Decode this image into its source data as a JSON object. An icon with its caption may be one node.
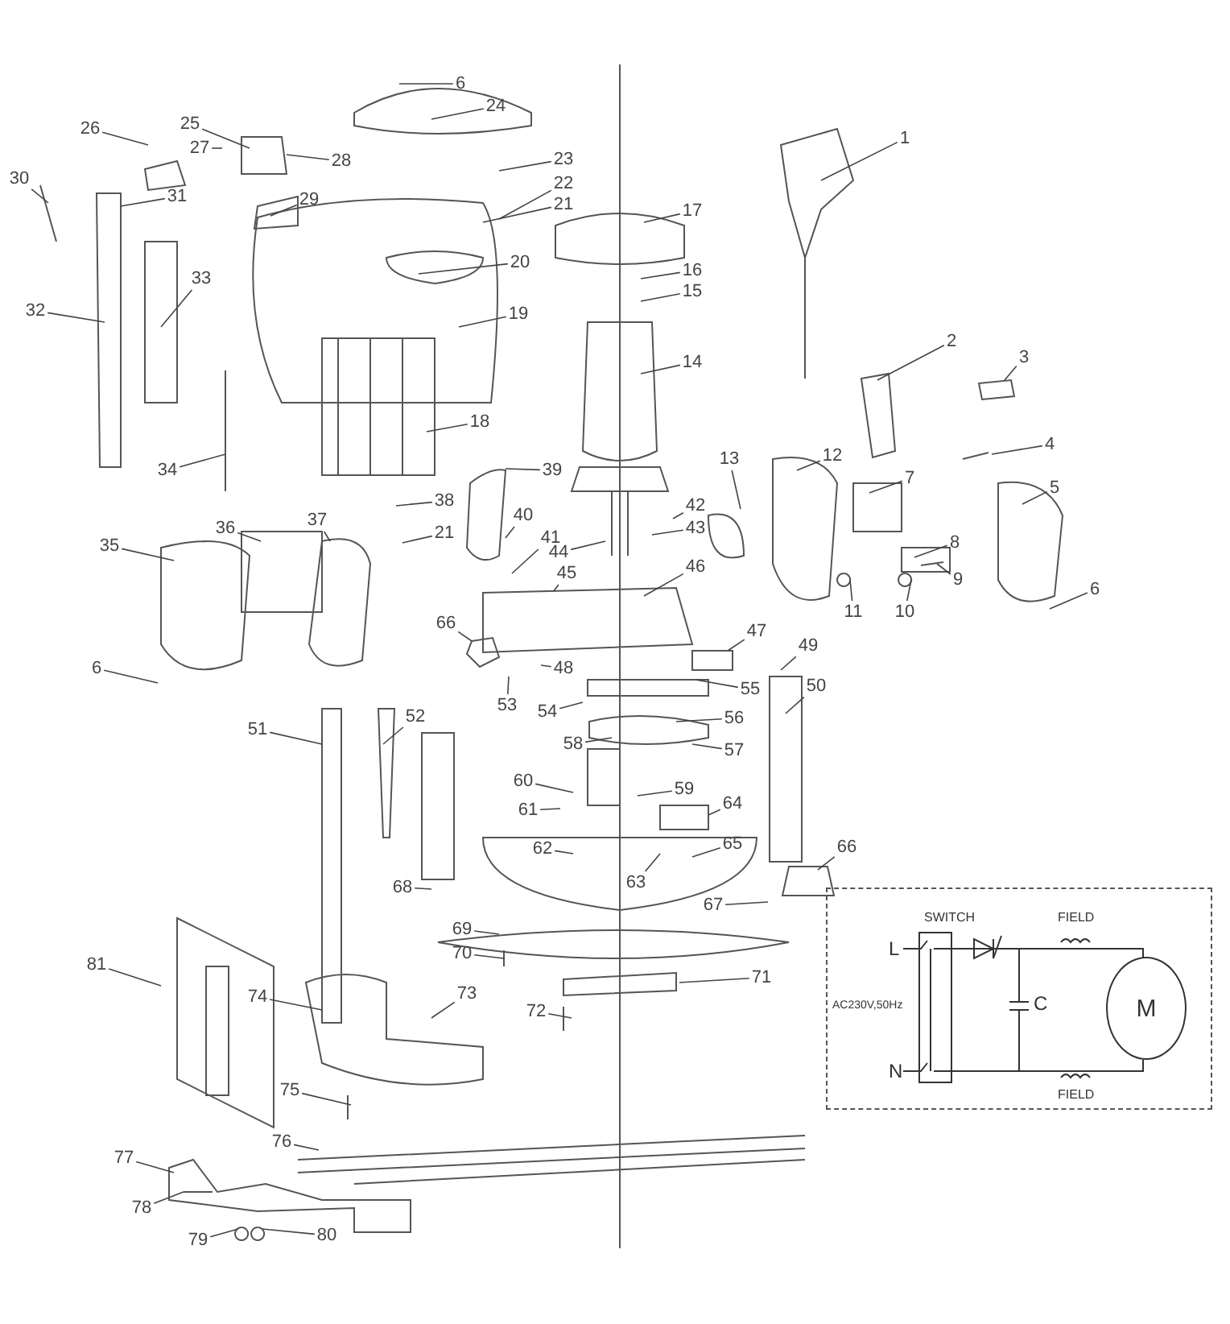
{
  "diagram": {
    "nodes": [
      {
        "text": [
          "6"
        ]
      },
      {
        "text": [
          "24"
        ]
      },
      {
        "text": [
          "1"
        ]
      },
      {
        "text": [
          "26"
        ]
      },
      {
        "text": [
          "25"
        ]
      },
      {
        "text": [
          "27"
        ]
      },
      {
        "text": [
          "28"
        ]
      },
      {
        "text": [
          "17"
        ]
      },
      {
        "text": [
          "30"
        ]
      },
      {
        "text": [
          "31"
        ]
      },
      {
        "text": [
          "29"
        ]
      },
      {
        "text": [
          "23"
        ]
      },
      {
        "text": [
          "22"
        ]
      },
      {
        "text": [
          "21"
        ]
      },
      {
        "text": [
          "20"
        ]
      },
      {
        "text": [
          "16"
        ]
      },
      {
        "text": [
          "15"
        ]
      },
      {
        "text": [
          "32"
        ]
      },
      {
        "text": [
          "33"
        ]
      },
      {
        "text": [
          "19"
        ]
      },
      {
        "text": [
          "2"
        ]
      },
      {
        "text": [
          "3"
        ]
      },
      {
        "text": [
          "14"
        ]
      },
      {
        "text": [
          "4"
        ]
      },
      {
        "text": [
          "18"
        ]
      },
      {
        "text": [
          "34"
        ]
      },
      {
        "text": [
          "13"
        ]
      },
      {
        "text": [
          "12"
        ]
      },
      {
        "text": [
          "7"
        ]
      },
      {
        "text": [
          "5"
        ]
      },
      {
        "text": [
          "39"
        ]
      },
      {
        "text": [
          "38"
        ]
      },
      {
        "text": [
          "40"
        ]
      },
      {
        "text": [
          "21"
        ]
      },
      {
        "text": [
          "36"
        ]
      },
      {
        "text": [
          "37"
        ]
      },
      {
        "text": [
          "35"
        ]
      },
      {
        "text": [
          "41"
        ]
      },
      {
        "text": [
          "42"
        ]
      },
      {
        "text": [
          "43"
        ]
      },
      {
        "text": [
          "44"
        ]
      },
      {
        "text": [
          "45"
        ]
      },
      {
        "text": [
          "8"
        ]
      },
      {
        "text": [
          "46"
        ]
      },
      {
        "text": [
          "9"
        ]
      },
      {
        "text": [
          "11"
        ]
      },
      {
        "text": [
          "10"
        ]
      },
      {
        "text": [
          "6"
        ]
      },
      {
        "text": [
          "66"
        ]
      },
      {
        "text": [
          "6"
        ]
      },
      {
        "text": [
          "48"
        ]
      },
      {
        "text": [
          "53"
        ]
      },
      {
        "text": [
          "54"
        ]
      },
      {
        "text": [
          "47"
        ]
      },
      {
        "text": [
          "49"
        ]
      },
      {
        "text": [
          "50"
        ]
      },
      {
        "text": [
          "55"
        ]
      },
      {
        "text": [
          "56"
        ]
      },
      {
        "text": [
          "57"
        ]
      },
      {
        "text": [
          "51"
        ]
      },
      {
        "text": [
          "52"
        ]
      },
      {
        "text": [
          "58"
        ]
      },
      {
        "text": [
          "59"
        ]
      },
      {
        "text": [
          "60"
        ]
      },
      {
        "text": [
          "61"
        ]
      },
      {
        "text": [
          "64"
        ]
      },
      {
        "text": [
          "62"
        ]
      },
      {
        "text": [
          "63"
        ]
      },
      {
        "text": [
          "65"
        ]
      },
      {
        "text": [
          "66"
        ]
      },
      {
        "text": [
          "67"
        ]
      },
      {
        "text": [
          "68"
        ]
      },
      {
        "text": [
          "69"
        ]
      },
      {
        "text": [
          "81"
        ]
      },
      {
        "text": [
          "70"
        ]
      },
      {
        "text": [
          "71"
        ]
      },
      {
        "text": [
          "74"
        ]
      },
      {
        "text": [
          "73"
        ]
      },
      {
        "text": [
          "72"
        ]
      },
      {
        "text": [
          "75"
        ]
      },
      {
        "text": [
          "76"
        ]
      },
      {
        "text": [
          "77"
        ]
      },
      {
        "text": [
          "78"
        ]
      },
      {
        "text": [
          "79"
        ]
      },
      {
        "text": [
          "80"
        ]
      },
      {
        "text": [],
        "shape": "box"
      },
      {
        "text": [
          "M"
        ],
        "in": 85
      }
    ],
    "edges": [
      {
        "from": 0,
        "to": null,
        "arrow": "none"
      },
      {
        "from": 1,
        "to": null,
        "arrow": "none"
      },
      {
        "from": 2,
        "to": null,
        "arrow": "none"
      },
      {
        "from": 3,
        "to": null,
        "arrow": "none"
      },
      {
        "from": 4,
        "to": null,
        "arrow": "none"
      },
      {
        "from": 5,
        "to": null,
        "arrow": "none"
      },
      {
        "from": 6,
        "to": null,
        "arrow": "none"
      },
      {
        "from": 7,
        "to": null,
        "arrow": "none"
      },
      {
        "from": 8,
        "to": null,
        "arrow": "none"
      },
      {
        "from": 9,
        "to": null,
        "arrow": "none"
      },
      {
        "from": 10,
        "to": null,
        "arrow": "none"
      },
      {
        "from": 11,
        "to": null,
        "arrow": "none"
      },
      {
        "from": 12,
        "to": null,
        "arrow": "none"
      },
      {
        "from": 13,
        "to": null,
        "arrow": "none"
      },
      {
        "from": 14,
        "to": null,
        "arrow": "none"
      },
      {
        "from": 15,
        "to": null,
        "arrow": "none"
      },
      {
        "from": 16,
        "to": null,
        "arrow": "none"
      },
      {
        "from": 17,
        "to": null,
        "arrow": "none"
      },
      {
        "from": 18,
        "to": null,
        "arrow": "none"
      },
      {
        "from": 19,
        "to": null,
        "arrow": "none"
      },
      {
        "from": 20,
        "to": null,
        "arrow": "none"
      },
      {
        "from": 21,
        "to": null,
        "arrow": "none"
      },
      {
        "from": 22,
        "to": null,
        "arrow": "none"
      },
      {
        "from": 23,
        "to": null,
        "arrow": "none"
      },
      {
        "from": 24,
        "to": null,
        "arrow": "none"
      },
      {
        "from": 25,
        "to": null,
        "arrow": "none"
      },
      {
        "from": 26,
        "to": null,
        "arrow": "none"
      },
      {
        "from": 27,
        "to": null,
        "arrow": "none"
      },
      {
        "from": 28,
        "to": null,
        "arrow": "none"
      },
      {
        "from": 29,
        "to": null,
        "arrow": "none"
      },
      {
        "from": 30,
        "to": null,
        "arrow": "none"
      },
      {
        "from": 31,
        "to": null,
        "arrow": "none"
      },
      {
        "from": 32,
        "to": null,
        "arrow": "none"
      },
      {
        "from": 33,
        "to": null,
        "arrow": "none"
      },
      {
        "from": 34,
        "to": null,
        "arrow": "none"
      },
      {
        "from": 35,
        "to": null,
        "arrow": "none"
      },
      {
        "from": 36,
        "to": null,
        "arrow": "none"
      },
      {
        "from": 37,
        "to": null,
        "arrow": "none"
      },
      {
        "from": 38,
        "to": null,
        "arrow": "none"
      },
      {
        "from": 39,
        "to": null,
        "arrow": "none"
      },
      {
        "from": 40,
        "to": null,
        "arrow": "none"
      },
      {
        "from": 41,
        "to": null,
        "arrow": "none"
      },
      {
        "from": 42,
        "to": null,
        "arrow": "none"
      },
      {
        "from": 43,
        "to": null,
        "arrow": "none"
      },
      {
        "from": 44,
        "to": null,
        "arrow": "none"
      },
      {
        "from": 45,
        "to": null,
        "arrow": "none"
      },
      {
        "from": 46,
        "to": null,
        "arrow": "none"
      },
      {
        "from": 47,
        "to": null,
        "arrow": "none"
      },
      {
        "from": 48,
        "to": null,
        "arrow": "none"
      },
      {
        "from": 49,
        "to": null,
        "arrow": "none"
      },
      {
        "from": 50,
        "to": null,
        "arrow": "none"
      },
      {
        "from": 51,
        "to": null,
        "arrow": "none"
      },
      {
        "from": 52,
        "to": null,
        "arrow": "none"
      },
      {
        "from": 53,
        "to": null,
        "arrow": "none"
      },
      {
        "from": 54,
        "to": null,
        "arrow": "none"
      },
      {
        "from": 55,
        "to": null,
        "arrow": "none"
      },
      {
        "from": 56,
        "to": null,
        "arrow": "none"
      },
      {
        "from": 57,
        "to": null,
        "arrow": "none"
      },
      {
        "from": 58,
        "to": null,
        "arrow": "none"
      },
      {
        "from": 59,
        "to": null,
        "arrow": "none"
      },
      {
        "from": 60,
        "to": null,
        "arrow": "none"
      },
      {
        "from": 61,
        "to": null,
        "arrow": "none"
      },
      {
        "from": 62,
        "to": null,
        "arrow": "none"
      },
      {
        "from": 63,
        "to": null,
        "arrow": "none"
      },
      {
        "from": 64,
        "to": null,
        "arrow": "none"
      },
      {
        "from": 65,
        "to": null,
        "arrow": "none"
      },
      {
        "from": 66,
        "to": null,
        "arrow": "none"
      },
      {
        "from": 67,
        "to": null,
        "arrow": "none"
      },
      {
        "from": 68,
        "to": null,
        "arrow": "none"
      },
      {
        "from": 69,
        "to": null,
        "arrow": "none"
      },
      {
        "from": 70,
        "to": null,
        "arrow": "none"
      },
      {
        "from": 71,
        "to": null,
        "arrow": "none"
      },
      {
        "from": 72,
        "to": null,
        "arrow": "none"
      },
      {
        "from": 73,
        "to": null,
        "arrow": "none"
      },
      {
        "from": 74,
        "to": null,
        "arrow": "none"
      },
      {
        "from": 75,
        "to": null,
        "arrow": "none"
      },
      {
        "from": 76,
        "to": null,
        "arrow": "none"
      },
      {
        "from": 77,
        "to": null,
        "arrow": "none"
      },
      {
        "from": 78,
        "to": null,
        "arrow": "none"
      },
      {
        "from": 79,
        "to": null,
        "arrow": "none"
      },
      {
        "from": 80,
        "to": null,
        "arrow": "none"
      },
      {
        "from": 81,
        "to": null,
        "arrow": "none"
      },
      {
        "from": 82,
        "to": null,
        "arrow": "none"
      },
      {
        "from": 83,
        "to": null,
        "arrow": "none"
      },
      {
        "from": 84,
        "to": null,
        "arrow": "none"
      }
    ],
    "labels": [
      "SWITCH",
      "FIELD",
      "L",
      "AC230V,50Hz",
      "C",
      "N",
      "FIELD"
    ]
  }
}
